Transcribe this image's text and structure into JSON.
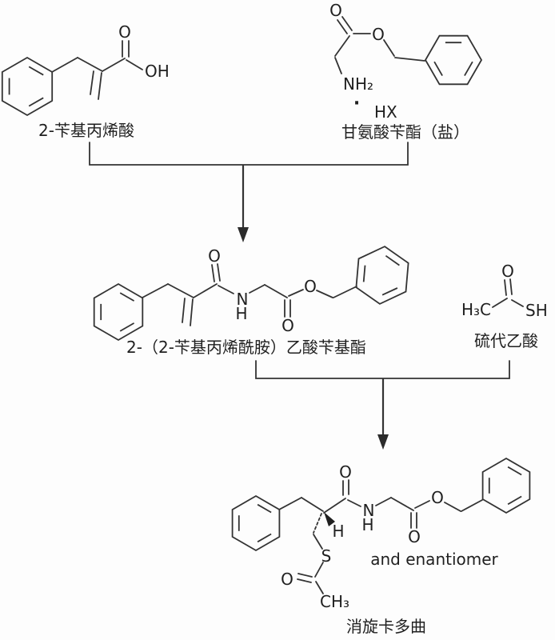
{
  "colors": {
    "line": "#333333",
    "text": "#1f1f1f",
    "background": "#fdfdfd"
  },
  "compounds": [
    {
      "label": "2-苄基丙烯酸",
      "atoms": {
        "carbonyl_o": "O",
        "hydroxyl": "OH"
      }
    },
    {
      "label": "甘氨酸苄酯（盐）",
      "atoms": {
        "carbonyl_o": "O",
        "ester_o": "O",
        "amine": "NH₂"
      },
      "salt": {
        "dot": "·",
        "formula": "HX"
      }
    },
    {
      "label": "2-（2-苄基丙烯酰胺）乙酸苄基酯",
      "atoms": {
        "amide_o": "O",
        "amide_n": "N",
        "amide_h": "H",
        "ester_carbonyl_o": "O",
        "ester_o": "O"
      }
    },
    {
      "label": "硫代乙酸",
      "atoms": {
        "methyl": "H₃C",
        "carbonyl_o": "O",
        "thiol": "SH"
      }
    },
    {
      "label": "消旋卡多曲",
      "note": "and enantiomer",
      "atoms": {
        "amide_o": "O",
        "amide_n": "N",
        "amide_h": "H",
        "ester_carbonyl_o": "O",
        "ester_o": "O",
        "stereo_h": "H",
        "sulfur": "S",
        "thioester_o": "O",
        "methyl": "CH₃"
      }
    }
  ]
}
